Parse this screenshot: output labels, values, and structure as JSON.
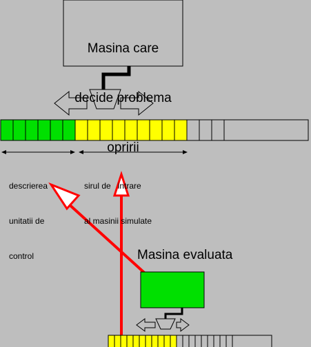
{
  "machine_box": {
    "lines": [
      "Masina care",
      "decide problema",
      "opririi"
    ],
    "fill": "#bebebe"
  },
  "evaluated_machine": {
    "label": "Masina evaluata",
    "fill": "#00e000"
  },
  "tape_labels": {
    "control_description": [
      "descrierea",
      "unitatii de",
      "control"
    ],
    "input_string": [
      "sirul de   intrare",
      "al masinii simulate"
    ]
  },
  "colors": {
    "green_cell": "#00e000",
    "yellow_cell": "#ffff00",
    "arrow_red": "#ff0000",
    "background": "#bebebe"
  },
  "icons": [
    "left-arrow-icon",
    "right-arrow-icon",
    "tape-head-icon"
  ]
}
